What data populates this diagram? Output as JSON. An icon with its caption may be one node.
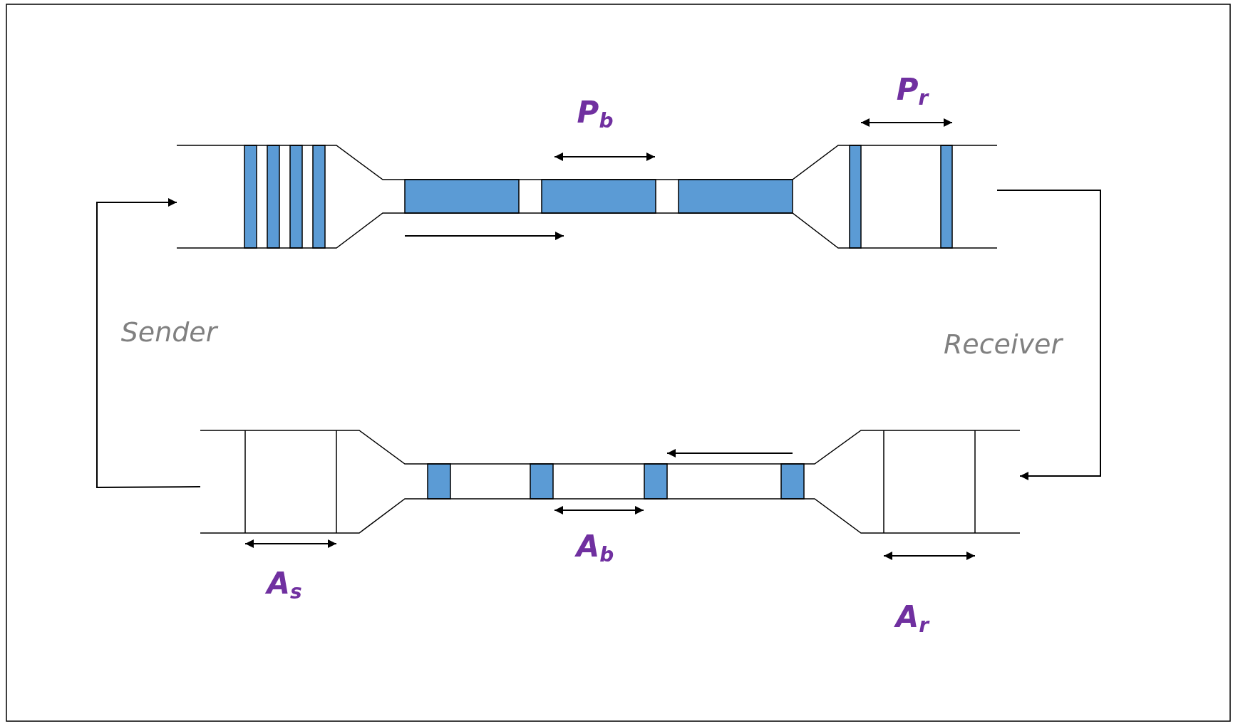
{
  "diagram": {
    "nodes": [
      {
        "text": [],
        "shape": "pipe"
      },
      {
        "text": [],
        "shape": "pipe"
      }
    ],
    "edges": [
      {
        "from": 0,
        "to": 1,
        "arrow": "to"
      },
      {
        "from": 1,
        "to": 0,
        "arrow": "to"
      }
    ],
    "labels": [
      "P$_{r}$",
      "P$_{b}$",
      "Sender",
      "Receiver",
      "A$_{b}$",
      "A$_{s}$",
      "A$_{r}$"
    ]
  }
}
